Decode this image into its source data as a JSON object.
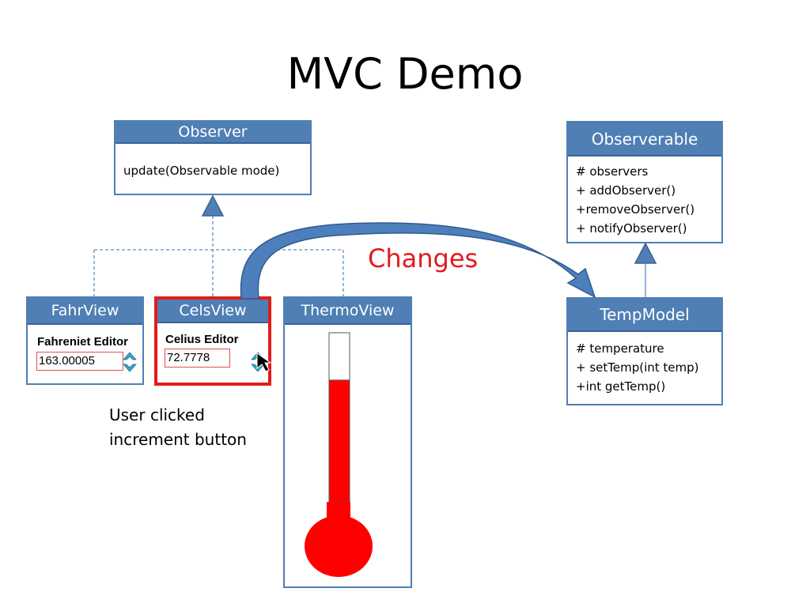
{
  "title": "MVC Demo",
  "colors": {
    "box_border": "#4f7fb5",
    "header_fill": "#4f7fb5",
    "highlight": "#e31b1b",
    "mercury": "#ff0000"
  },
  "observer": {
    "header": "Observer",
    "method": "update(Observable mode)"
  },
  "observable": {
    "header": "Observerable",
    "lines": [
      "# observers",
      "+ addObserver()",
      "+removeObserver()",
      "+ notifyObserver()"
    ]
  },
  "tempmodel": {
    "header": "TempModel",
    "lines": [
      "# temperature",
      "+ setTemp(int temp)",
      "+int getTemp()"
    ]
  },
  "fahrview": {
    "header": "FahrView",
    "editor_label": "Fahreniet Editor",
    "value": "163.00005"
  },
  "celsview": {
    "header": "CelsView",
    "editor_label": "Celius Editor",
    "value": "72.7778"
  },
  "thermoview": {
    "header": "ThermoView",
    "fill_fraction": 0.72
  },
  "arrow_label": "Changes",
  "note": [
    "User clicked",
    "increment button"
  ]
}
